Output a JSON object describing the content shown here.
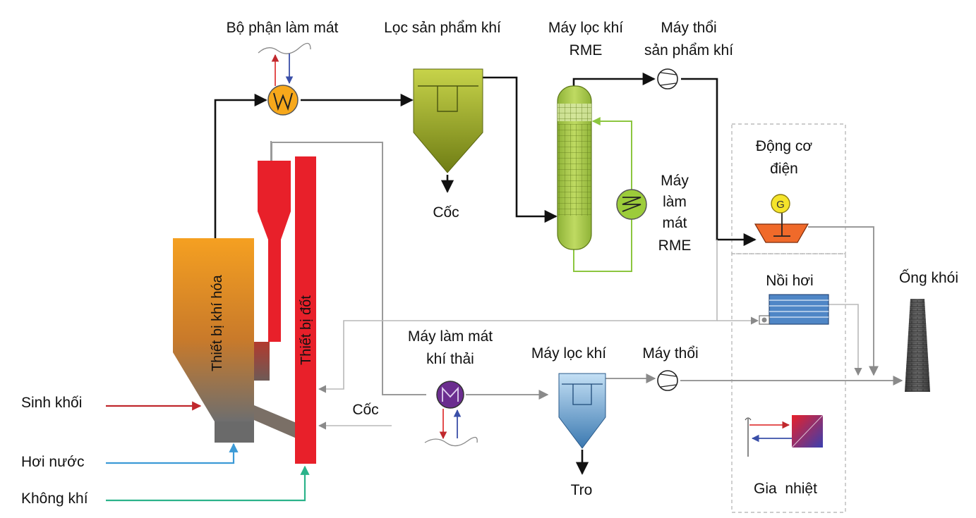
{
  "labels": {
    "cooler": "Bộ phận làm mát",
    "filter_product": "Lọc sản phẩm khí",
    "rme_scrubber_1": "Máy lọc khí",
    "rme_scrubber_2": "RME",
    "blower_product_1": "Máy thổi",
    "blower_product_2": "sản phẩm khí",
    "engine_1": "Động cơ",
    "engine_2": "điện",
    "rme_cooler_1": "Máy",
    "rme_cooler_2": "làm",
    "rme_cooler_3": "mát",
    "rme_cooler_4": "RME",
    "coke_top": "Cốc",
    "boiler": "Nồi hơi",
    "chimney": "Ống khói",
    "gasifier": "Thiết bị khí hóa",
    "combustor": "Thiết bị đốt",
    "flue_cooler_1": "Máy làm mát",
    "flue_cooler_2": "khí thải",
    "flue_filter": "Máy lọc khí",
    "flue_blower": "Máy thổi",
    "coke_in": "Cốc",
    "biomass": "Sinh khối",
    "steam": "Hơi nước",
    "air": "Không khí",
    "ash": "Tro",
    "heating": "Gia  nhiệt",
    "generator_symbol": "G"
  },
  "colors": {
    "gasifier_top": "#f39a1e",
    "gasifier_bottom": "#6e6e6e",
    "combustor": "#e8202a",
    "filter_top": "#b9c93a",
    "filter_bottom": "#7b8a1c",
    "rme_column": "#a8c84a",
    "flue_filter_top": "#a8d0ee",
    "flue_filter_bottom": "#3f7fb8",
    "engine": "#f06a2a",
    "generator": "#f5e42a",
    "cooler_orange": "#f7a81b",
    "cooler_purple": "#6b2d8f",
    "cooler_green": "#9ccc3a",
    "boiler": "#4f86c6",
    "biomass_line": "#c0282d",
    "steam_line": "#3c9ad6",
    "air_line": "#2bb38a"
  }
}
